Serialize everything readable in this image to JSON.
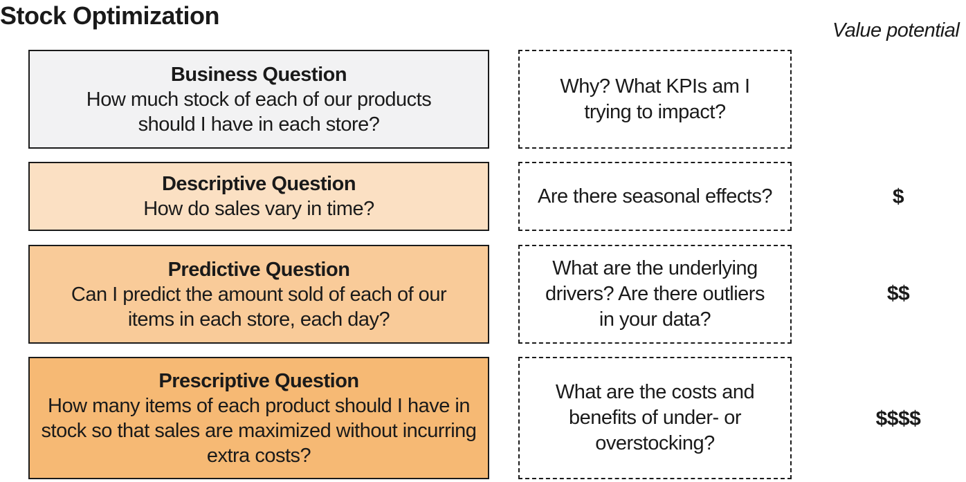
{
  "title": "Stock Optimization",
  "value_header": "Value potential",
  "rows": [
    {
      "question_title": "Business Question",
      "question_text": "How much stock of each of our products should I have in each store?",
      "prompt": "Why? What KPIs am I trying to impact?",
      "value": ""
    },
    {
      "question_title": "Descriptive Question",
      "question_text": "How do sales vary in time?",
      "prompt": "Are there seasonal effects?",
      "value": "$"
    },
    {
      "question_title": "Predictive Question",
      "question_text": "Can I predict the amount sold of each of our items in each store, each day?",
      "prompt": "What are the underlying drivers? Are there outliers in your data?",
      "value": "$$"
    },
    {
      "question_title": "Prescriptive Question",
      "question_text": "How many items of each product should I have in stock so that sales are maximized without incurring extra costs?",
      "prompt": "What are the costs and benefits of under- or overstocking?",
      "value": "$$$$"
    }
  ],
  "colors": {
    "business_fill": "#f2f2f3",
    "descriptive_fill": "#fbe0c3",
    "predictive_fill": "#f9cb99",
    "prescriptive_fill": "#f6b974",
    "stroke": "#1a1a1a"
  }
}
